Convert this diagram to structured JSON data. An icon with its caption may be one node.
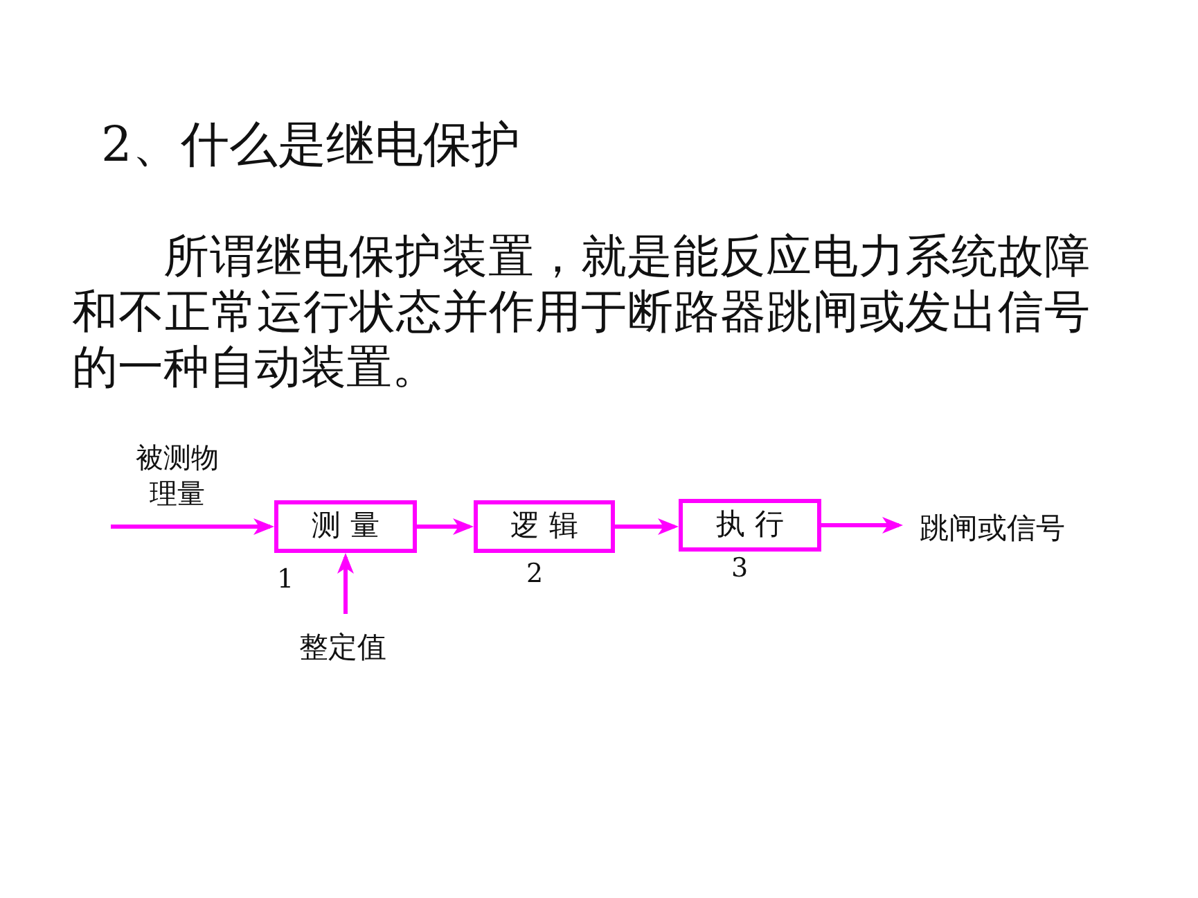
{
  "diagram": {
    "title": "2、什么是继电保护",
    "nodes": [
      {
        "text": [
          "测 量"
        ],
        "beside": [
          "1"
        ]
      },
      {
        "text": [
          "逻 辑"
        ],
        "beside": [
          "2"
        ]
      },
      {
        "text": [
          "执 行"
        ],
        "beside": [
          "3"
        ]
      },
      {
        "text": [
          "跳闸或信号"
        ]
      },
      {
        "text": [
          "整定值"
        ]
      }
    ],
    "edges": [
      {
        "from": null,
        "to": 0,
        "arrow": "to",
        "label": "被测物理量"
      },
      {
        "from": 0,
        "to": 1,
        "arrow": "to"
      },
      {
        "from": 1,
        "to": 2,
        "arrow": "to"
      },
      {
        "from": 2,
        "to": 3,
        "arrow": "to"
      },
      {
        "from": 4,
        "to": 0,
        "arrow": "to"
      }
    ],
    "labels": [
      "所谓继电保护装置，就是能反应电力系统故障和不正常运行状态并作用于断路器跳闸或发出信号的一种自动装置。"
    ]
  }
}
